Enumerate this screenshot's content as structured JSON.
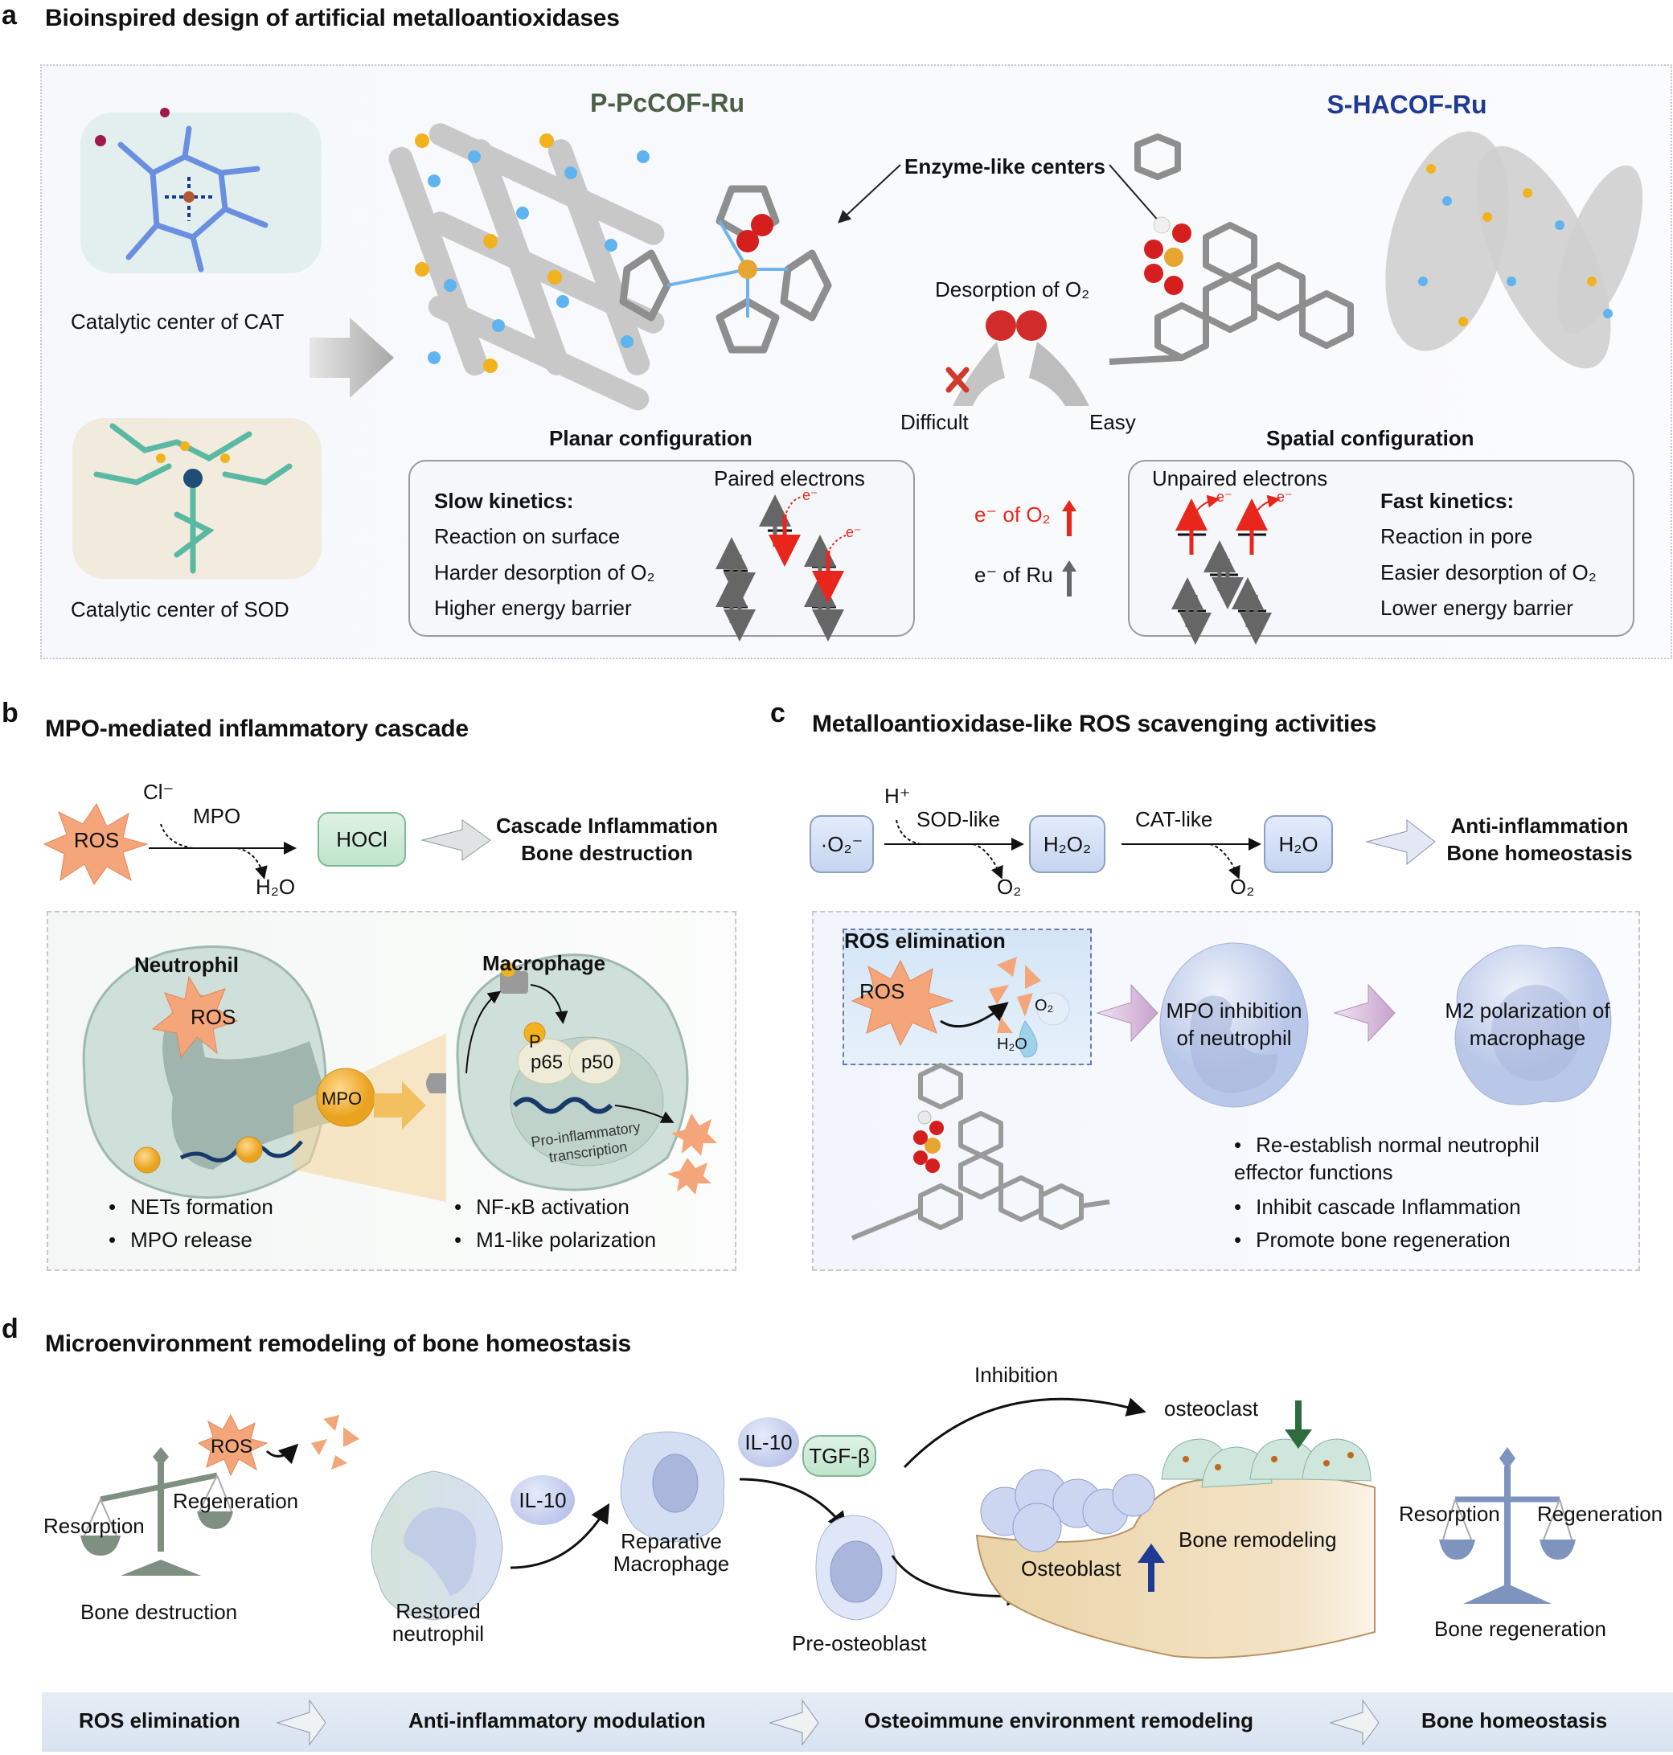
{
  "panel_a": {
    "letter": "a",
    "title": "Bioinspired design of artificial metalloantioxidases",
    "cat_label": "Catalytic center of CAT",
    "sod_label": "Catalytic center of SOD",
    "planar_name": "P-PcCOF-Ru",
    "spatial_name": "S-HACOF-Ru",
    "enzyme_centers": "Enzyme-like centers",
    "desorption": "Desorption of O₂",
    "difficult": "Difficult",
    "easy": "Easy",
    "planar_config": "Planar configuration",
    "spatial_config": "Spatial configuration",
    "planar_box": {
      "header": "Paired electrons",
      "title": "Slow kinetics:",
      "items": [
        "Reaction on surface",
        "Harder desorption of O₂",
        "Higher energy barrier"
      ]
    },
    "spatial_box": {
      "header": "Unpaired electrons",
      "title": "Fast kinetics:",
      "items": [
        "Reaction in pore",
        "Easier desorption of O₂",
        "Lower energy barrier"
      ]
    },
    "legend_o2": "e⁻ of O₂",
    "legend_ru": "e⁻ of Ru",
    "electron": "e⁻",
    "colors": {
      "planar": "#4a5f45",
      "spatial": "#1f3a93",
      "red": "#e8261b",
      "grey_arrow": "#666666"
    }
  },
  "panel_b": {
    "letter": "b",
    "title": "MPO-mediated inflammatory cascade",
    "ros": "ROS",
    "cl": "Cl⁻",
    "mpo": "MPO",
    "h2o": "H₂O",
    "hocl": "HOCl",
    "outcome_1": "Cascade Inflammation",
    "outcome_2": "Bone destruction",
    "neutrophil": "Neutrophil",
    "macrophage": "Macrophage",
    "inner_ros": "ROS",
    "mpo_ball": "MPO",
    "p": "P",
    "p65": "p65",
    "p50": "p50",
    "transcription": "Pro-inflammatory transcription",
    "bullets_left": [
      "NETs formation",
      "MPO release"
    ],
    "bullets_right": [
      "NF-κB activation",
      "M1-like polarization"
    ]
  },
  "panel_c": {
    "letter": "c",
    "title": "Metalloantioxidase-like ROS scavenging activities",
    "superoxide": "·O₂⁻",
    "h_plus": "H⁺",
    "sod_like": "SOD-like",
    "h2o2": "H₂O₂",
    "cat_like": "CAT-like",
    "h2o": "H₂O",
    "o2_1": "O₂",
    "o2_2": "O₂",
    "outcome_1": "Anti-inflammation",
    "outcome_2": "Bone homeostasis",
    "ros_elimination": "ROS elimination",
    "ros": "ROS",
    "bubble_o2": "O₂",
    "drop_h2o": "H₂O",
    "cell1": "MPO inhibition of neutrophil",
    "cell2": "M2 polarization of macrophage",
    "bullets": [
      "Re-establish normal neutrophil effector functions",
      "Inhibit cascade Inflammation",
      "Promote bone regeneration"
    ]
  },
  "panel_d": {
    "letter": "d",
    "title": "Microenvironment remodeling of bone homeostasis",
    "ros": "ROS",
    "resorption_left": "Resorption",
    "regeneration_left": "Regeneration",
    "bone_destruction": "Bone destruction",
    "restored_neutrophil": "Restored neutrophil",
    "il10_a": "IL-10",
    "reparative_macrophage": "Reparative Macrophage",
    "il10_b": "IL-10",
    "tgf": "TGF-β",
    "pre_osteoblast": "Pre-osteoblast",
    "inhibition": "Inhibition",
    "osteoclast": "osteoclast",
    "osteoblast": "Osteoblast",
    "bone_remodeling": "Bone remodeling",
    "resorption_right": "Resorption",
    "regeneration_right": "Regeneration",
    "bone_regeneration": "Bone regeneration"
  },
  "flow_bar": {
    "steps": [
      "ROS elimination",
      "Anti-inflammatory modulation",
      "Osteoimmune environment remodeling",
      "Bone homeostasis"
    ]
  }
}
